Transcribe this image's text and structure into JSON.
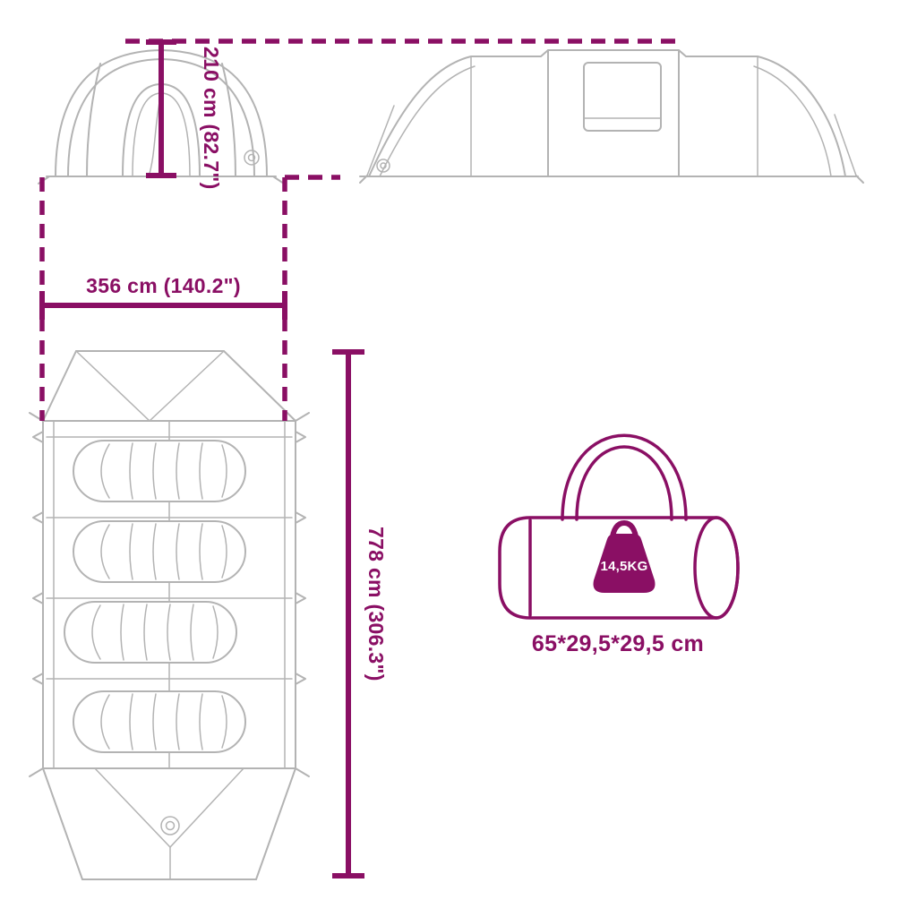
{
  "labels": {
    "height": "210 cm (82.7\")",
    "width": "356 cm (140.2\")",
    "length": "778 cm (306.3\")",
    "bag_weight": "14,5KG",
    "bag_dimensions": "65*29,5*29,5 cm"
  },
  "colors": {
    "accent": "#8A0F64",
    "line_art": "#B3B3B3",
    "background": "#FFFFFF",
    "weight_label_text": "#FFFFFF"
  },
  "drawings": {
    "front_view": "tent-front-view",
    "side_view": "tent-side-view",
    "floor_plan": "tent-floor-plan-with-4-sleeping-bags",
    "carry_bag": "carry-bag-with-weight-icon"
  }
}
